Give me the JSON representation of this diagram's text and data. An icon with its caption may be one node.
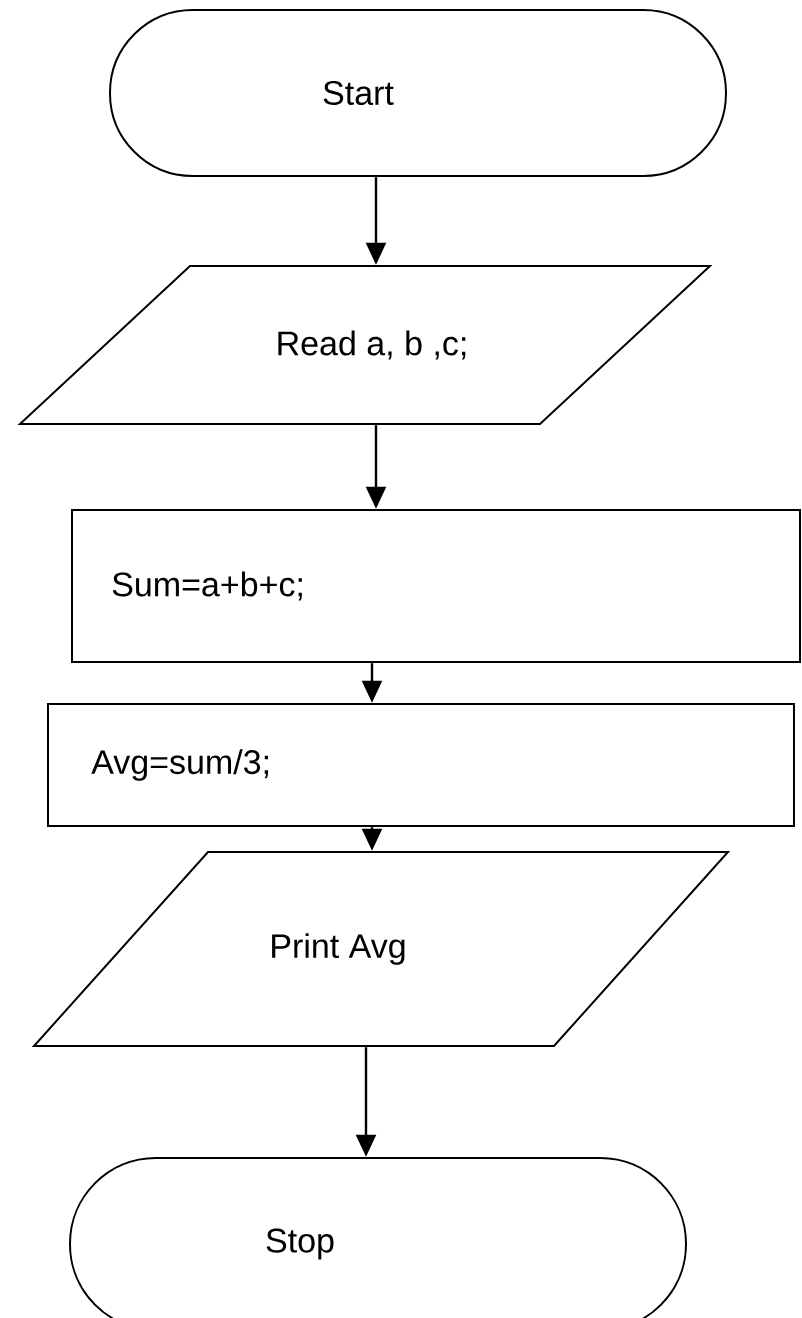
{
  "diagram": {
    "nodes": [
      {
        "text": [
          "Start"
        ]
      },
      {
        "text": [
          "Read a, b ,c;"
        ]
      },
      {
        "text": [
          "Sum=a+b+c;"
        ]
      },
      {
        "text": [
          "Avg=sum/3;"
        ]
      },
      {
        "text": [
          "Print   Avg"
        ]
      },
      {
        "text": [
          "Stop"
        ]
      }
    ],
    "edges": [
      {
        "from": 0,
        "to": 1,
        "arrow": "to"
      },
      {
        "from": 1,
        "to": 2,
        "arrow": "to"
      },
      {
        "from": 2,
        "to": 3,
        "arrow": "to"
      },
      {
        "from": 3,
        "to": 4,
        "arrow": "to"
      },
      {
        "from": 4,
        "to": 5,
        "arrow": "to"
      }
    ]
  }
}
